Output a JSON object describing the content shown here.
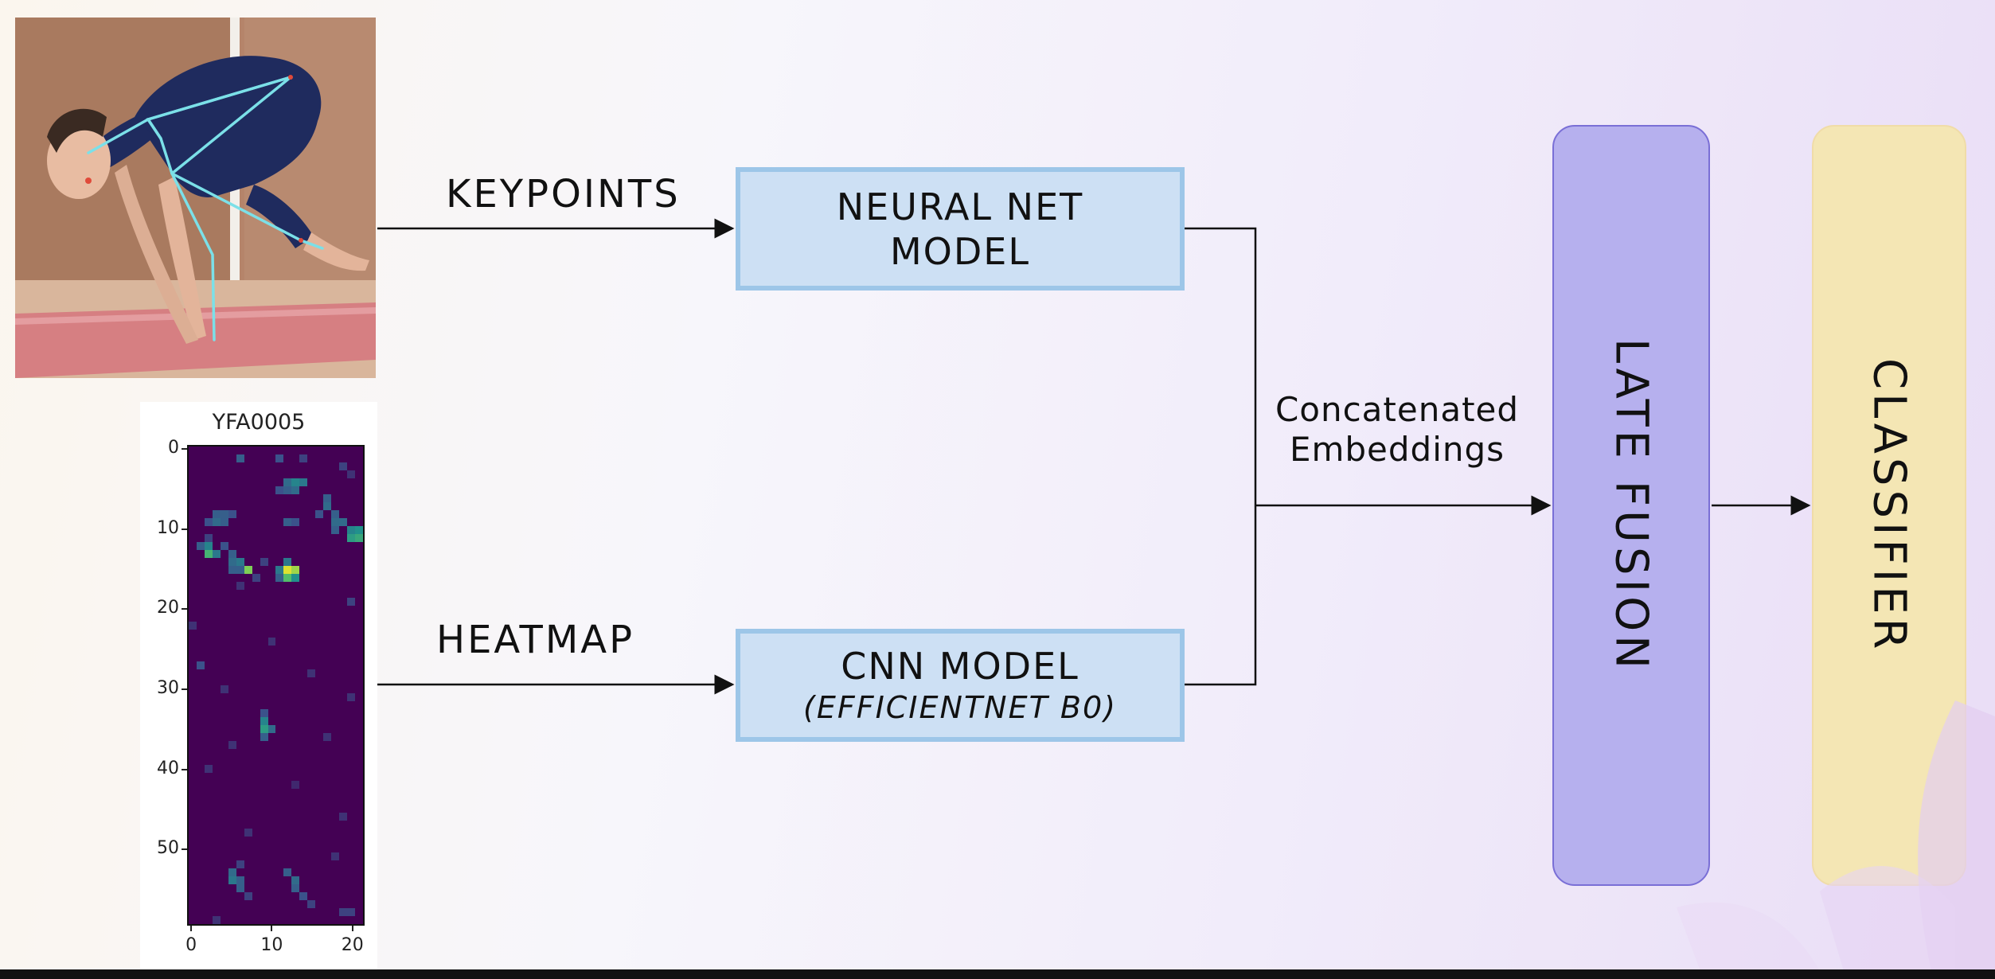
{
  "inputs": {
    "keypoints_label": "KEYPOINTS",
    "heatmap_label": "HEATMAP"
  },
  "models": {
    "neural_net_line1": "NEURAL NET",
    "neural_net_line2": "MODEL",
    "cnn_line1": "CNN MODEL",
    "cnn_line2": "(EFFICIENTNET B0)"
  },
  "merge_label_line1": "Concatenated",
  "merge_label_line2": "Embeddings",
  "stages": {
    "late_fusion": "LATE FUSION",
    "classifier": "CLASSIFIER"
  },
  "heatmap_plot": {
    "title": "YFA0005",
    "y_ticks": [
      "0",
      "10",
      "20",
      "30",
      "40",
      "50"
    ],
    "x_ticks": [
      "0",
      "10",
      "20"
    ],
    "grid_cols": 22,
    "grid_rows": 60,
    "hot_cells": [
      [
        1,
        6,
        0.3
      ],
      [
        1,
        11,
        0.25
      ],
      [
        1,
        14,
        0.2
      ],
      [
        2,
        19,
        0.2
      ],
      [
        3,
        20,
        0.15
      ],
      [
        4,
        12,
        0.35
      ],
      [
        4,
        13,
        0.45
      ],
      [
        4,
        14,
        0.4
      ],
      [
        5,
        12,
        0.3
      ],
      [
        5,
        13,
        0.35
      ],
      [
        5,
        11,
        0.25
      ],
      [
        6,
        17,
        0.3
      ],
      [
        7,
        17,
        0.35
      ],
      [
        8,
        18,
        0.3
      ],
      [
        8,
        16,
        0.25
      ],
      [
        8,
        3,
        0.3
      ],
      [
        8,
        4,
        0.3
      ],
      [
        8,
        5,
        0.25
      ],
      [
        9,
        2,
        0.25
      ],
      [
        9,
        3,
        0.35
      ],
      [
        9,
        4,
        0.3
      ],
      [
        9,
        12,
        0.3
      ],
      [
        9,
        13,
        0.25
      ],
      [
        9,
        18,
        0.35
      ],
      [
        9,
        19,
        0.35
      ],
      [
        10,
        18,
        0.3
      ],
      [
        10,
        20,
        0.45
      ],
      [
        10,
        21,
        0.5
      ],
      [
        11,
        20,
        0.55
      ],
      [
        11,
        21,
        0.6
      ],
      [
        11,
        2,
        0.2
      ],
      [
        12,
        1,
        0.3
      ],
      [
        12,
        2,
        0.45
      ],
      [
        13,
        2,
        0.65
      ],
      [
        13,
        3,
        0.4
      ],
      [
        12,
        4,
        0.25
      ],
      [
        13,
        5,
        0.3
      ],
      [
        14,
        5,
        0.35
      ],
      [
        14,
        6,
        0.4
      ],
      [
        15,
        6,
        0.3
      ],
      [
        15,
        7,
        0.8
      ],
      [
        15,
        5,
        0.3
      ],
      [
        15,
        11,
        0.4
      ],
      [
        15,
        12,
        0.95
      ],
      [
        15,
        13,
        0.85
      ],
      [
        16,
        12,
        0.7
      ],
      [
        16,
        13,
        0.5
      ],
      [
        16,
        11,
        0.3
      ],
      [
        14,
        12,
        0.4
      ],
      [
        14,
        9,
        0.2
      ],
      [
        16,
        8,
        0.2
      ],
      [
        17,
        6,
        0.15
      ],
      [
        19,
        20,
        0.2
      ],
      [
        22,
        0,
        0.15
      ],
      [
        24,
        10,
        0.15
      ],
      [
        27,
        1,
        0.25
      ],
      [
        28,
        15,
        0.15
      ],
      [
        30,
        4,
        0.15
      ],
      [
        31,
        20,
        0.15
      ],
      [
        34,
        9,
        0.45
      ],
      [
        35,
        9,
        0.55
      ],
      [
        35,
        10,
        0.35
      ],
      [
        36,
        9,
        0.3
      ],
      [
        33,
        9,
        0.25
      ],
      [
        36,
        17,
        0.15
      ],
      [
        37,
        5,
        0.15
      ],
      [
        40,
        2,
        0.15
      ],
      [
        42,
        13,
        0.12
      ],
      [
        46,
        19,
        0.15
      ],
      [
        48,
        7,
        0.15
      ],
      [
        51,
        18,
        0.15
      ],
      [
        52,
        6,
        0.2
      ],
      [
        53,
        5,
        0.35
      ],
      [
        54,
        5,
        0.4
      ],
      [
        54,
        6,
        0.3
      ],
      [
        55,
        6,
        0.3
      ],
      [
        53,
        12,
        0.3
      ],
      [
        54,
        13,
        0.35
      ],
      [
        55,
        13,
        0.3
      ],
      [
        56,
        14,
        0.25
      ],
      [
        56,
        7,
        0.2
      ],
      [
        57,
        15,
        0.2
      ],
      [
        58,
        19,
        0.2
      ],
      [
        58,
        20,
        0.2
      ],
      [
        59,
        3,
        0.15
      ]
    ]
  },
  "colors": {
    "model_fill": "#cde0f4",
    "model_border": "#9dc6e8",
    "late_fusion_fill": "#b6b0ee",
    "late_fusion_border": "#7a6fd6",
    "classifier_fill": "#f4e6b4",
    "classifier_border": "#f0dca8"
  }
}
